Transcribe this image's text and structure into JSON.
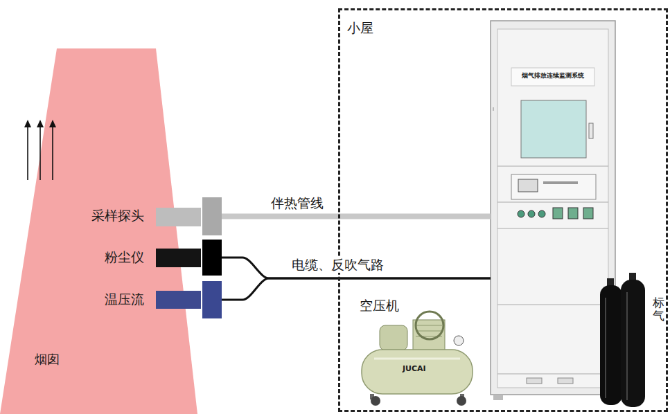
{
  "diagram": {
    "nodes": [
      {
        "text": [
          "烟囱"
        ]
      },
      {
        "text": [
          "采样探头"
        ]
      },
      {
        "text": [
          "粉尘仪"
        ]
      },
      {
        "text": [
          "温压流"
        ]
      },
      {
        "text": [
          "小屋"
        ]
      },
      {
        "text": [
          "烟气排放连续监测系统"
        ],
        "in": 4
      },
      {
        "text": [
          "空压机",
          "JUCAI"
        ],
        "in": 4
      },
      {
        "text": [
          "标气"
        ],
        "in": 4
      }
    ],
    "edges": [
      {
        "from": 1,
        "to": 5,
        "label": "伴热管线",
        "arrow": "none"
      },
      {
        "from": 2,
        "to": 5,
        "label": "电缆、反吹气路",
        "arrow": "none"
      },
      {
        "from": 3,
        "to": 5,
        "arrow": "none"
      }
    ]
  }
}
